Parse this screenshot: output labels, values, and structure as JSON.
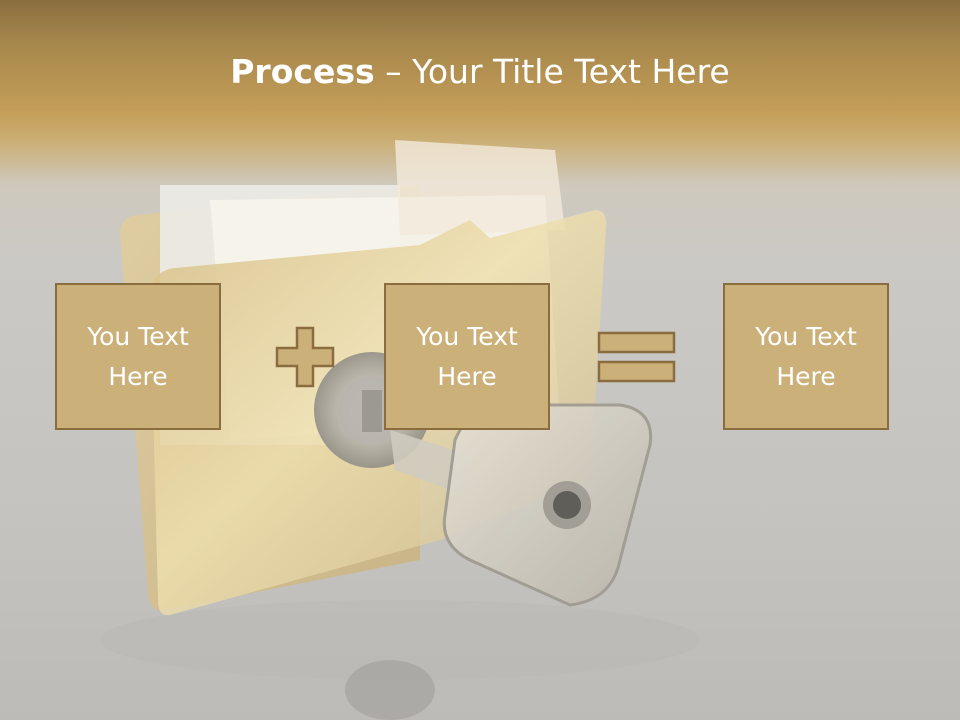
{
  "slide": {
    "title_bold": "Process",
    "title_rest": " – Your Title Text Here"
  },
  "boxes": [
    {
      "text": "You Text Here"
    },
    {
      "text": "You Text Here"
    },
    {
      "text": "You Text Here"
    }
  ],
  "operators": [
    "plus",
    "equals"
  ],
  "colors": {
    "box_fill": "#ccb07a",
    "box_border": "#8a6d3f",
    "header_gold": "#c39d58",
    "background_gray": "#c8c7c4",
    "title_text": "#ffffff"
  },
  "icons": [
    "folder-illustration",
    "key-illustration",
    "plus-icon",
    "equals-icon"
  ]
}
